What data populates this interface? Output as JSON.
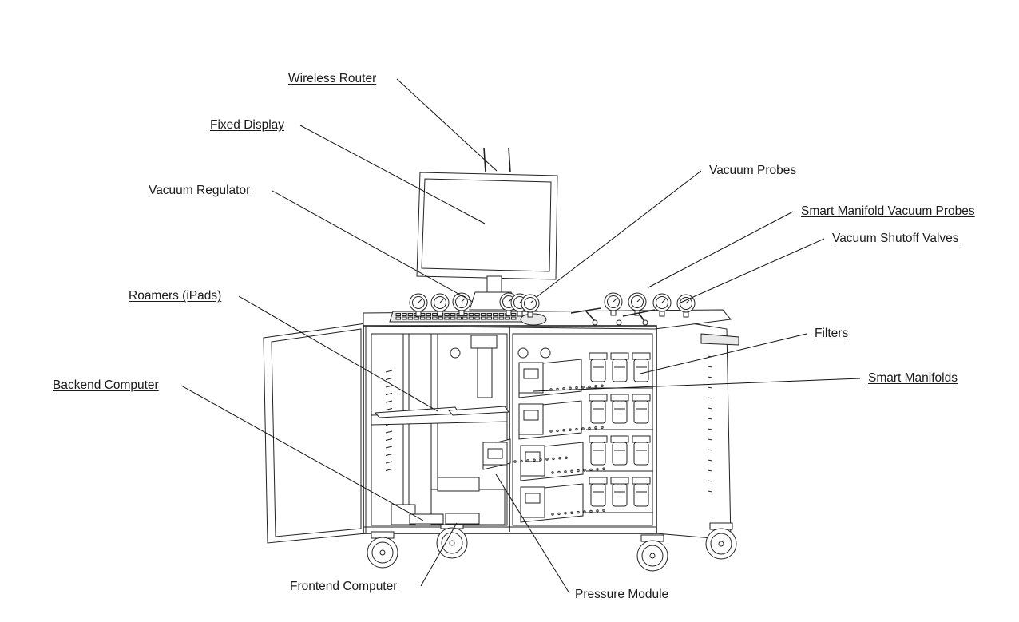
{
  "labels": {
    "wireless_router": "Wireless Router",
    "fixed_display": "Fixed Display",
    "vacuum_regulator": "Vacuum Regulator",
    "roamers": "Roamers (iPads)",
    "backend_computer": "Backend Computer",
    "frontend_computer": "Frontend Computer",
    "vacuum_probes": "Vacuum Probes",
    "smart_manifold_vacuum_probes": "Smart Manifold Vacuum Probes",
    "vacuum_shutoff_valves": "Vacuum Shutoff Valves",
    "filters": "Filters",
    "smart_manifolds": "Smart Manifolds",
    "pressure_module": "Pressure Module"
  }
}
